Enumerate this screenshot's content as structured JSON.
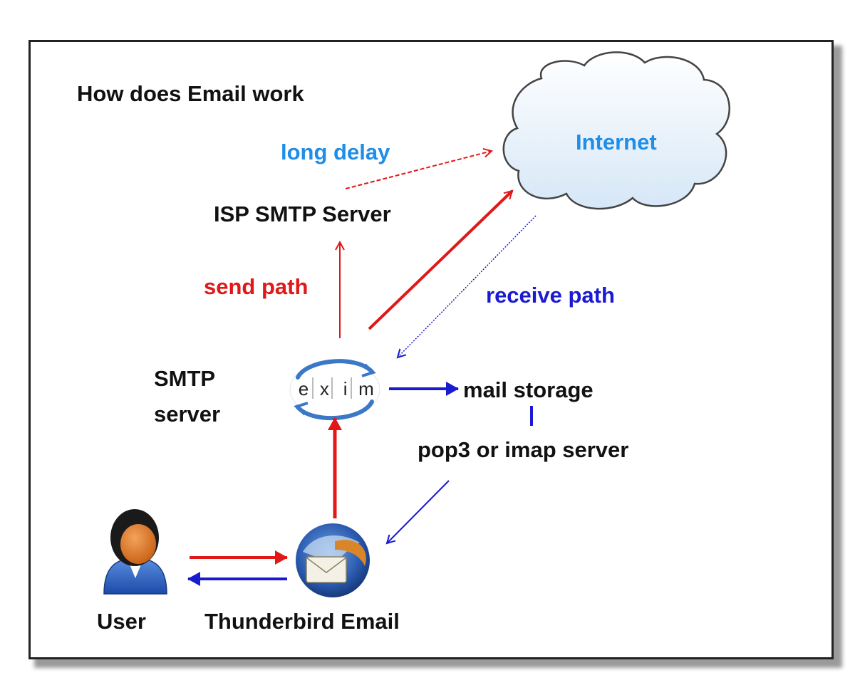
{
  "title": "How does Email work",
  "nodes": {
    "internet": "Internet",
    "isp_smtp": "ISP SMTP Server",
    "smtp_server_line1": "SMTP",
    "smtp_server_line2": "server",
    "mail_storage": "mail storage",
    "pop3_imap": "pop3 or imap server",
    "user": "User",
    "thunderbird": "Thunderbird Email"
  },
  "exim_logo_letters": [
    "e",
    "x",
    "i",
    "m"
  ],
  "edge_labels": {
    "long_delay": "long delay",
    "send_path": "send path",
    "receive_path": "receive path"
  },
  "colors": {
    "send": "#e01818",
    "receive": "#1a1ad0",
    "highlight": "#1e8ee8",
    "text": "#111111"
  },
  "icons": {
    "cloud": "cloud-icon",
    "exim": "exim-logo-icon",
    "user": "user-avatar-icon",
    "thunderbird": "thunderbird-logo-icon"
  }
}
